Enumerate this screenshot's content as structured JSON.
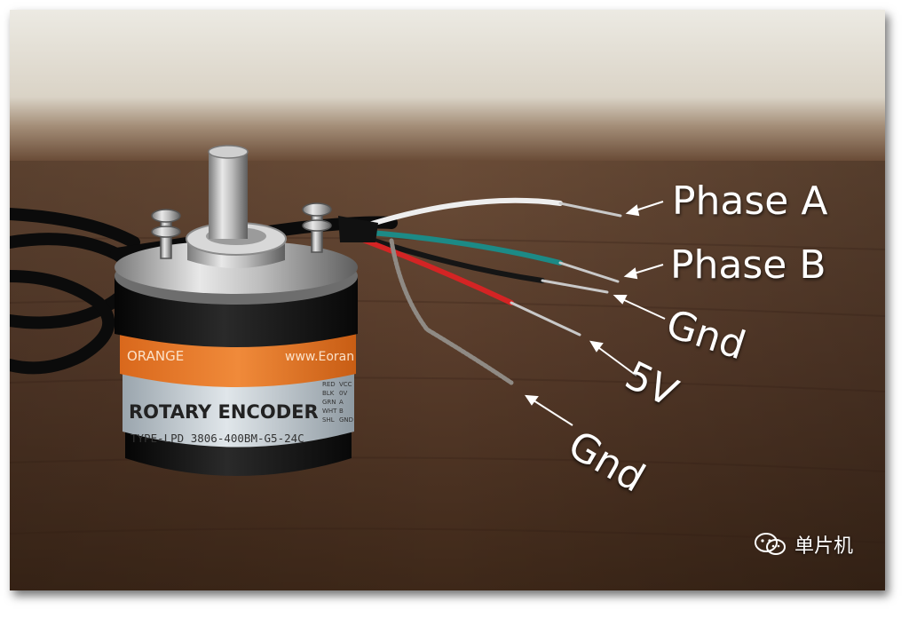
{
  "labels": {
    "phase_a": "Phase A",
    "phase_b": "Phase B",
    "gnd_1": "Gnd",
    "five_v": "5V",
    "gnd_2": "Gnd"
  },
  "encoder": {
    "band_text": "ORANGE",
    "url_text": "www.Eoran",
    "title": "ROTARY ENCODER",
    "model": "TYPE-LPD 3806-400BM-G5-24C",
    "wire_table_left": [
      "RED",
      "BLK",
      "GRN",
      "WHT",
      "SHL"
    ],
    "wire_table_right": [
      "VCC",
      "0V",
      "A",
      "B",
      "GND"
    ]
  },
  "watermark": {
    "text": "单片机",
    "icon": "wechat-icon"
  },
  "colors": {
    "wire_white": "#eeeeee",
    "wire_green": "#1c8a86",
    "wire_black": "#151515",
    "wire_red": "#d42424",
    "band_orange": "#e4701f"
  }
}
